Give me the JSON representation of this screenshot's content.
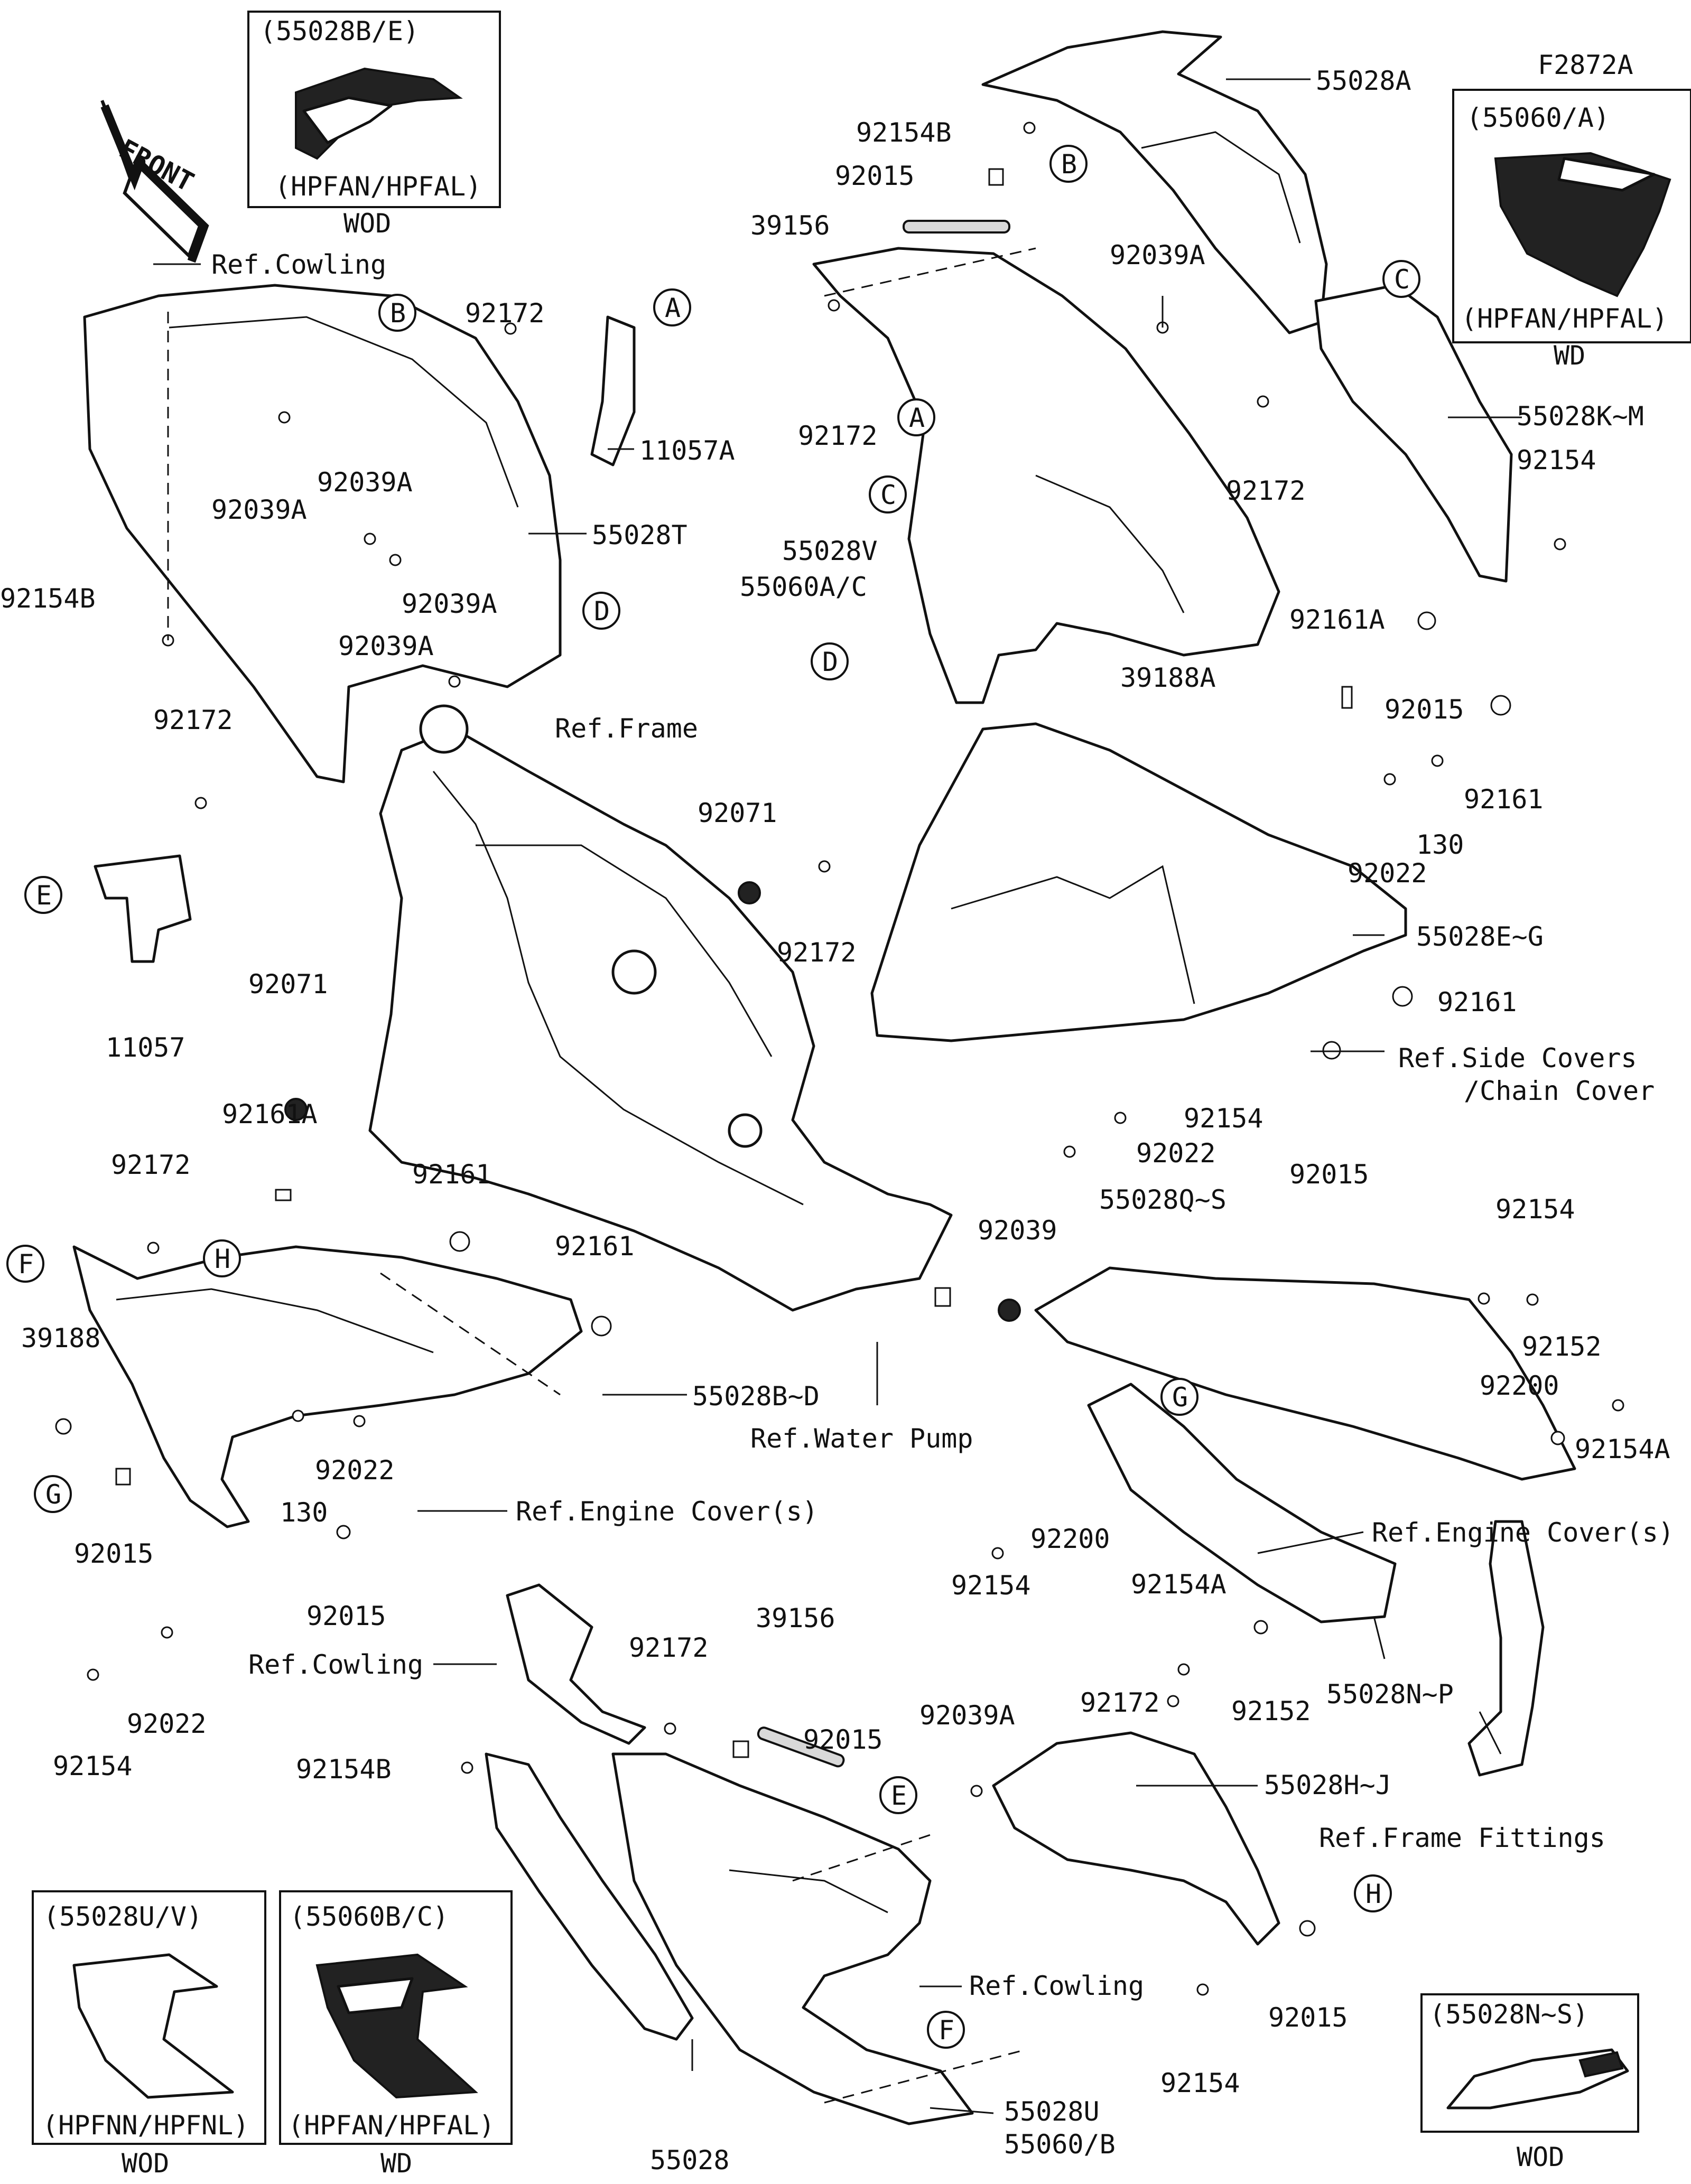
{
  "figure_code": "F2872A",
  "front_arrow": {
    "text": "FRONT"
  },
  "callouts": {
    "p_55028A": "55028A",
    "p_92154B_1": "92154B",
    "p_92015_1": "92015",
    "p_39156_1": "39156",
    "p_92039A_1": "92039A",
    "p_55028KM": "55028K~M",
    "p_92154_1": "92154",
    "p_92172_1": "92172",
    "p_92172_2": "92172",
    "p_55028V": "55028V",
    "p_55060AC": "55060A/C",
    "p_92161A_1": "92161A",
    "p_39188A": "39188A",
    "p_92015_2": "92015",
    "p_92161_1": "92161",
    "p_130_1": "130",
    "p_92022_1": "92022",
    "p_92172_3": "92172",
    "p_92071_1": "92071",
    "p_55028EG": "55028E~G",
    "p_92161_2": "92161",
    "p_ref_side": "Ref.Side Covers",
    "p_ref_chain": "/Chain Cover",
    "p_92154_2": "92154",
    "p_92022_2": "92022",
    "p_92015_3": "92015",
    "p_ref_cowling_1": "Ref.Cowling",
    "p_92172_4": "92172",
    "p_92039A_2": "92039A",
    "p_92039A_3": "92039A",
    "p_11057A": "11057A",
    "p_55028T": "55028T",
    "p_92039A_4": "92039A",
    "p_92039A_5": "92039A",
    "p_92154B_2": "92154B",
    "p_92172_5": "92172",
    "p_11057": "11057",
    "p_ref_frame": "Ref.Frame",
    "p_92071_2": "92071",
    "p_92161A_2": "92161A",
    "p_92172_6": "92172",
    "p_92161_3": "92161",
    "p_92161_4": "92161",
    "p_39188": "39188",
    "p_55028BD": "55028B~D",
    "p_130_2": "130",
    "p_92022_3": "92022",
    "p_92015_4": "92015",
    "p_ref_engine_1": "Ref.Engine Cover(s)",
    "p_92015_5": "92015",
    "p_92022_4": "92022",
    "p_92154_3": "92154",
    "p_ref_water": "Ref.Water Pump",
    "p_92039": "92039",
    "p_55028QS": "55028Q~S",
    "p_92154_4": "92154",
    "p_92200_1": "92200",
    "p_92152_1": "92152",
    "p_92154A_1": "92154A",
    "p_92200_2": "92200",
    "p_92154_5": "92154",
    "p_ref_engine_2": "Ref.Engine Cover(s)",
    "p_92154A_2": "92154A",
    "p_92152_2": "92152",
    "p_55028NP": "55028N~P",
    "p_ref_cowling_2": "Ref.Cowling",
    "p_92172_7": "92172",
    "p_39156_2": "39156",
    "p_92154B_3": "92154B",
    "p_92015_6": "92015",
    "p_92039A_6": "92039A",
    "p_92172_8": "92172",
    "p_55028HJ": "55028H~J",
    "p_ref_frame_fittings": "Ref.Frame Fittings",
    "p_ref_cowling_3": "Ref.Cowling",
    "p_92015_7": "92015",
    "p_92154_6": "92154",
    "p_55028U": "55028U",
    "p_55060B": "55060/B",
    "p_55028": "55028"
  },
  "ref_letters": [
    "A",
    "B",
    "C",
    "D",
    "E",
    "F",
    "G",
    "H"
  ],
  "insets": {
    "top_left": {
      "title": "(55028B/E)",
      "codes": "(HPFAN/HPFAL)",
      "caption": "WOD"
    },
    "top_right": {
      "title": "(55060/A)",
      "codes": "(HPFAN/HPFAL)",
      "caption": "WD"
    },
    "bottom_left_1": {
      "title": "(55028U/V)",
      "codes": "(HPFNN/HPFNL)",
      "caption": "WOD"
    },
    "bottom_left_2": {
      "title": "(55060B/C)",
      "codes": "(HPFAN/HPFAL)",
      "caption": "WD"
    },
    "bottom_right": {
      "title": "(55028N~S)",
      "caption": "WOD"
    }
  },
  "colors": {
    "line": "#111111",
    "background": "#ffffff",
    "shade": "#d9d9d9"
  }
}
